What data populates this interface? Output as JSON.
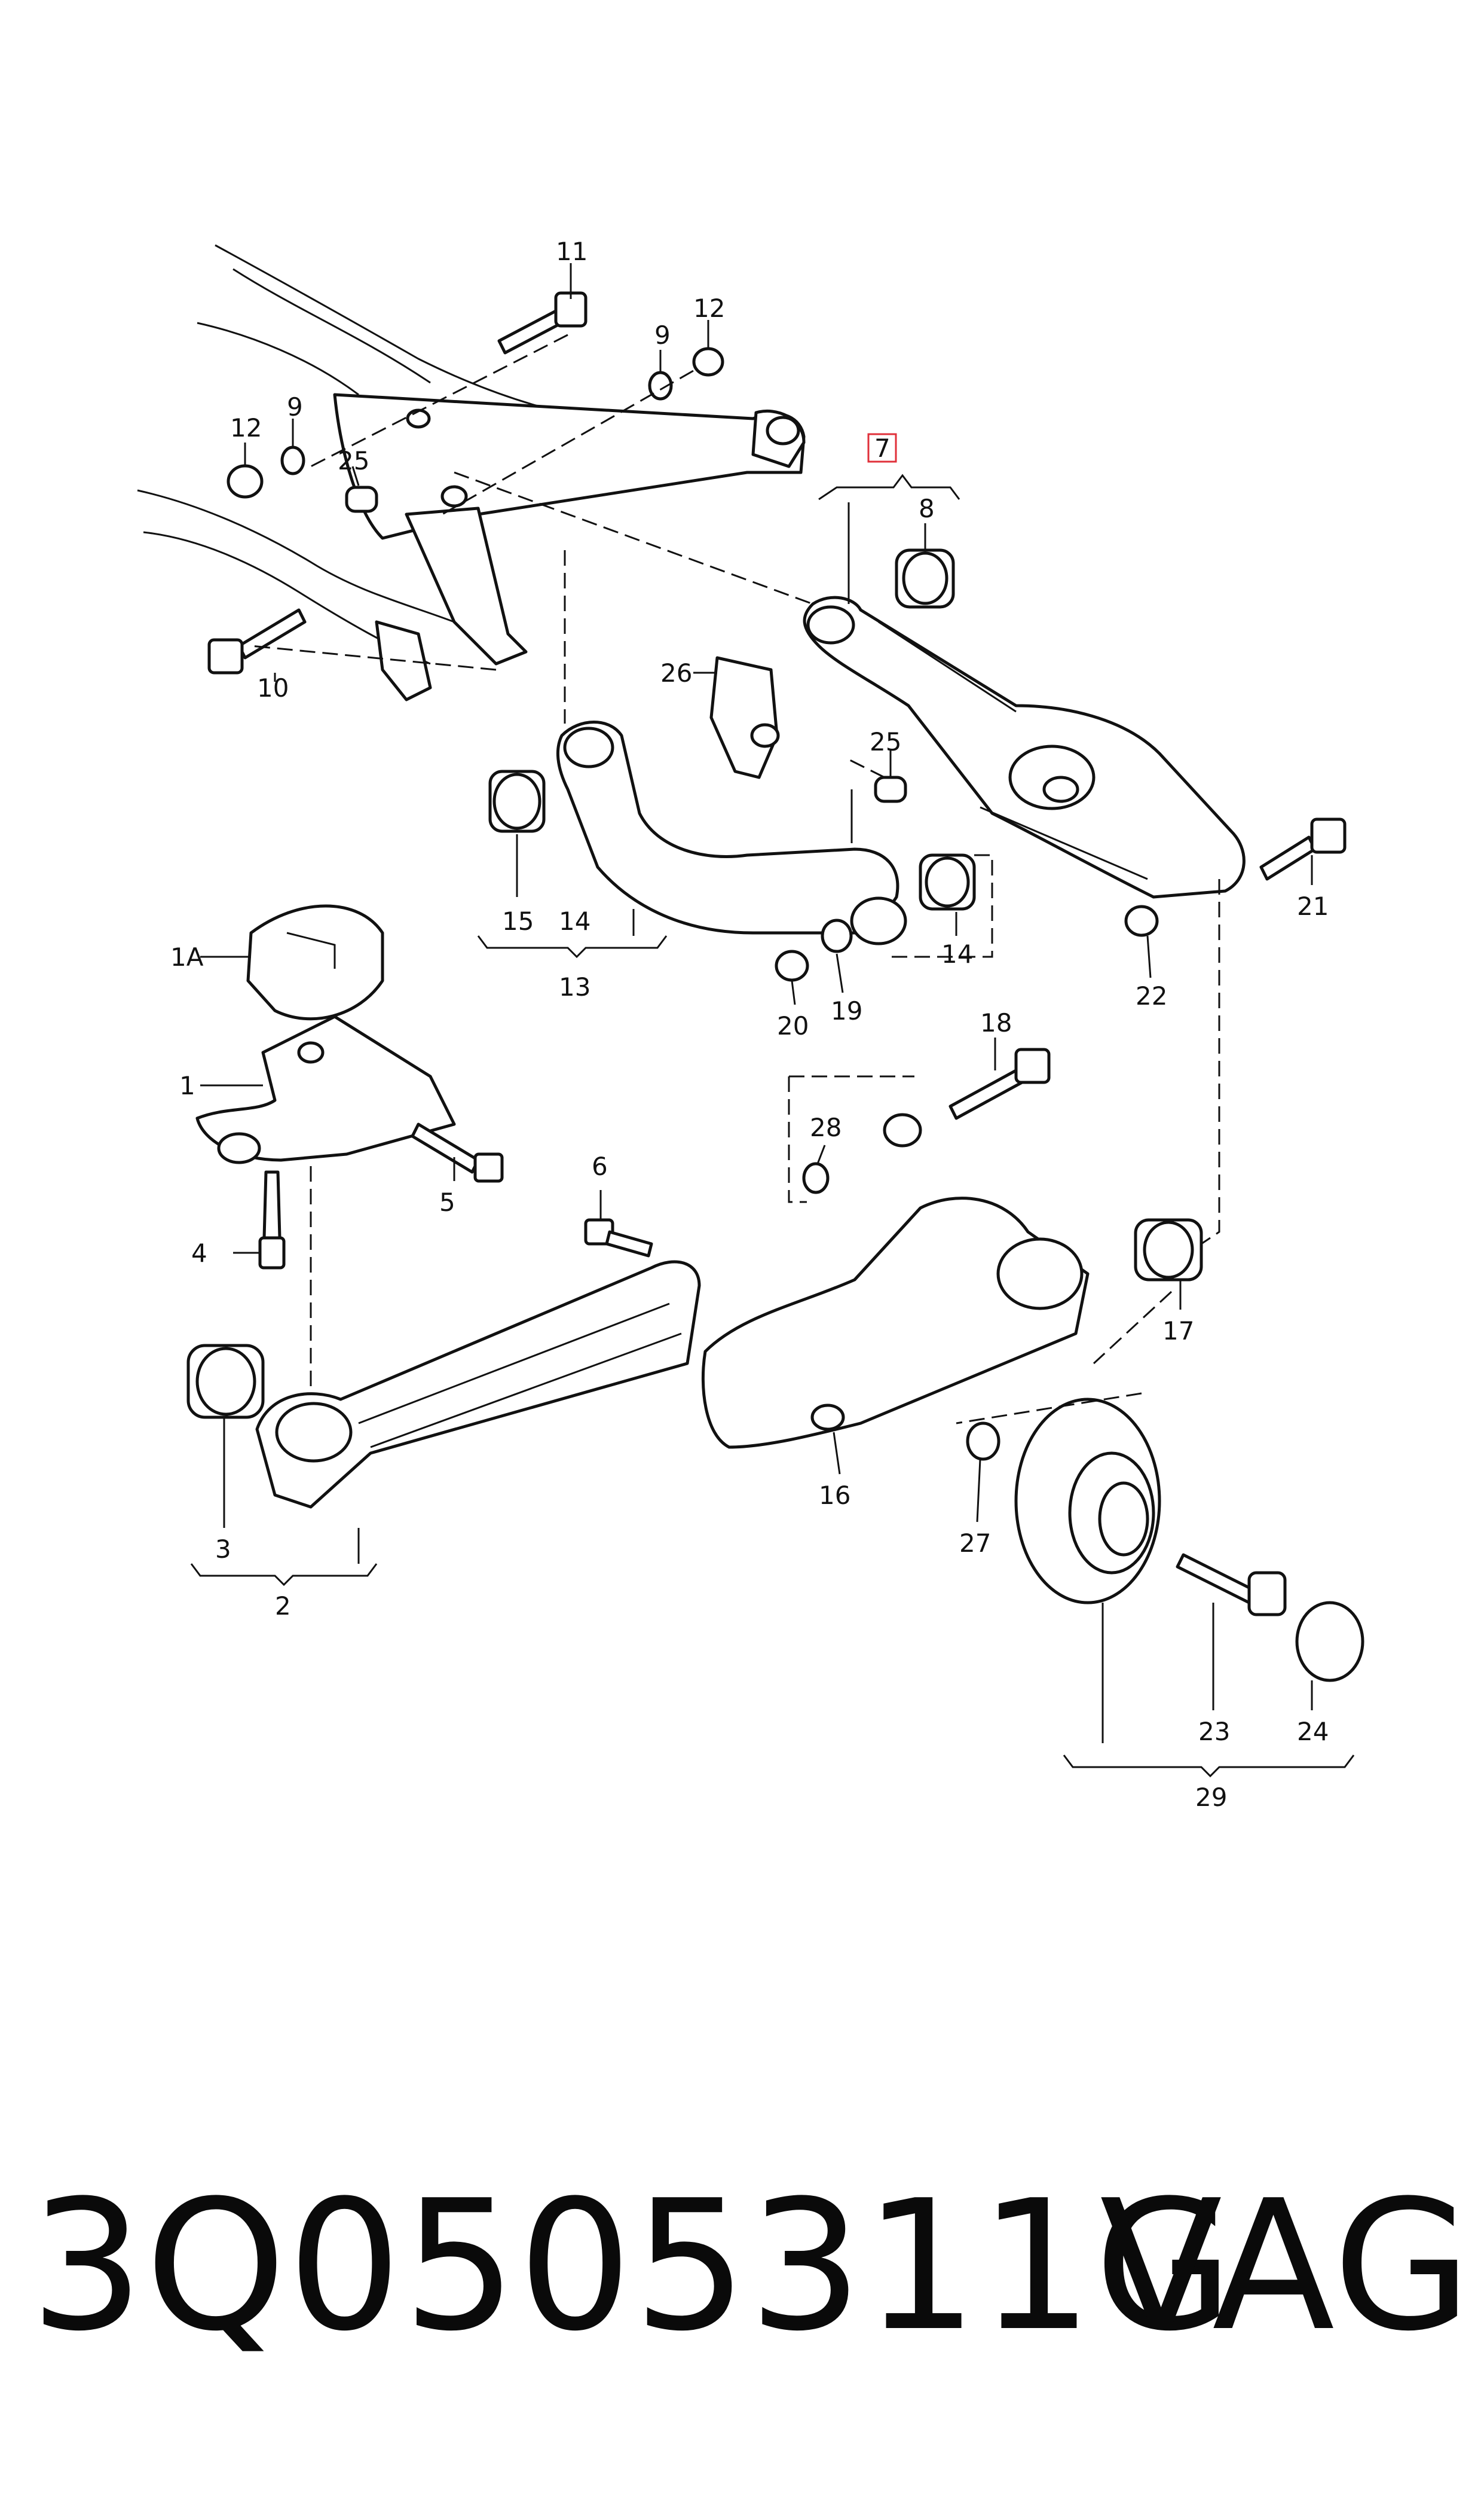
{
  "callouts": {
    "c1": "1",
    "c1a": "1A",
    "c2": "2",
    "c3": "3",
    "c4": "4",
    "c5": "5",
    "c6": "6",
    "c7": "7",
    "c8": "8",
    "c9a": "9",
    "c9b": "9",
    "c10": "10",
    "c11": "11",
    "c12a": "12",
    "c12b": "12",
    "c13": "13",
    "c14a": "14",
    "c14b": "14",
    "c15": "15",
    "c16": "16",
    "c17": "17",
    "c18": "18",
    "c19": "19",
    "c20": "20",
    "c21": "21",
    "c22": "22",
    "c23": "23",
    "c24": "24",
    "c25a": "25",
    "c25b": "25",
    "c26": "26",
    "c27": "27",
    "c28": "28",
    "c29": "29"
  },
  "highlighted_callout": "7",
  "highlight_color": "#e0303a",
  "footer": {
    "part_number": "3Q0505311G",
    "brand": "VAG"
  }
}
